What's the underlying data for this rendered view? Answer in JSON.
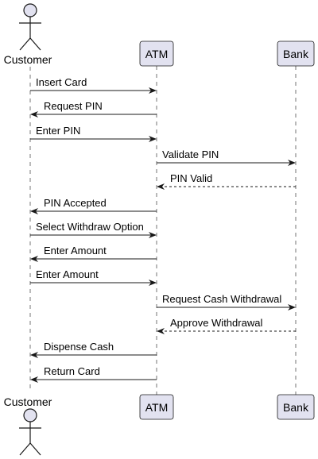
{
  "participants": [
    {
      "id": "customer",
      "label": "Customer",
      "kind": "actor"
    },
    {
      "id": "atm",
      "label": "ATM",
      "kind": "participant"
    },
    {
      "id": "bank",
      "label": "Bank",
      "kind": "participant"
    }
  ],
  "messages": [
    {
      "from": "customer",
      "to": "atm",
      "label": "Insert Card",
      "style": "solid"
    },
    {
      "from": "atm",
      "to": "customer",
      "label": "Request PIN",
      "style": "solid"
    },
    {
      "from": "customer",
      "to": "atm",
      "label": "Enter PIN",
      "style": "solid"
    },
    {
      "from": "atm",
      "to": "bank",
      "label": "Validate PIN",
      "style": "solid"
    },
    {
      "from": "bank",
      "to": "atm",
      "label": "PIN Valid",
      "style": "dashed"
    },
    {
      "from": "atm",
      "to": "customer",
      "label": "PIN Accepted",
      "style": "solid"
    },
    {
      "from": "customer",
      "to": "atm",
      "label": "Select Withdraw Option",
      "style": "solid"
    },
    {
      "from": "atm",
      "to": "customer",
      "label": "Enter Amount",
      "style": "solid"
    },
    {
      "from": "customer",
      "to": "atm",
      "label": "Enter Amount",
      "style": "solid"
    },
    {
      "from": "atm",
      "to": "bank",
      "label": "Request Cash Withdrawal",
      "style": "solid"
    },
    {
      "from": "bank",
      "to": "atm",
      "label": "Approve Withdrawal",
      "style": "dashed"
    },
    {
      "from": "atm",
      "to": "customer",
      "label": "Dispense Cash",
      "style": "solid"
    },
    {
      "from": "atm",
      "to": "customer",
      "label": "Return Card",
      "style": "solid"
    }
  ],
  "colors": {
    "box_fill": "#E2E2F0",
    "line": "#181818"
  }
}
